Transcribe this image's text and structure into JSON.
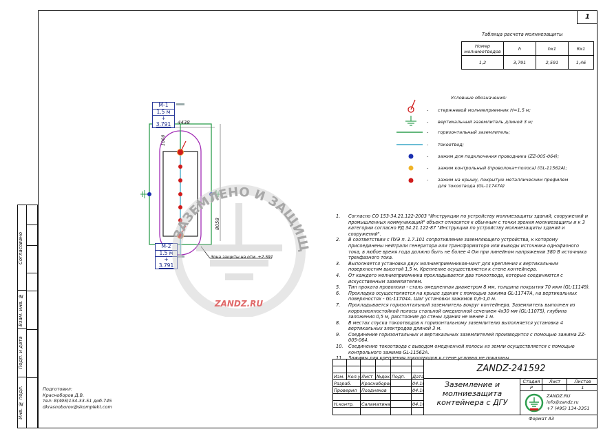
{
  "sheet_number": "1",
  "side_strip": [
    "Согласовано",
    "Взам. инв. №",
    "Подп. и дата",
    "Инв. № подл."
  ],
  "calc_table": {
    "title": "Таблица расчета молниезащиты",
    "headers": [
      "Номер молниеотводов",
      "h",
      "hx1",
      "Rx1"
    ],
    "row": [
      "1,2",
      "3,791",
      "2,591",
      "1,46"
    ]
  },
  "legend": {
    "title": "Условные обозначения:",
    "items": [
      {
        "icon": "lightning-rod-icon",
        "text": "стержневой молниеприемник H=1,5 м;"
      },
      {
        "icon": "ground-electrode-icon",
        "text": "вертикальный заземлитель длиной 3 м;"
      },
      {
        "icon": "green-line",
        "color": "#2e9e4f",
        "text": "горизонтальный заземлитель;"
      },
      {
        "icon": "blue-line",
        "color": "#3aa7c7",
        "text": "токоотвод;"
      },
      {
        "icon": "blue-dot",
        "color": "#1a2fb0",
        "text": "зажим для подключения проводника (ZZ-005-064);"
      },
      {
        "icon": "yellow-dot",
        "color": "#f0b429",
        "text": "зажим контрольный (проволока+полоса) (GL-11562A);"
      },
      {
        "icon": "red-dot",
        "color": "#d01b1b",
        "text": "зажим на крышу, покрытую металлическим профилем для токоотвода (GL-11747A)"
      }
    ],
    "dash": "-"
  },
  "drawing": {
    "m1": [
      "М-1",
      "1.5 м",
      "+",
      "3.791"
    ],
    "m2": [
      "М-2",
      "1.5 м",
      "+",
      "3.791"
    ],
    "dim_width": "4438",
    "dim_height": "8058",
    "dim_offset": "1000",
    "zone_label": "Зона защиты на отм. +2.591"
  },
  "watermark": {
    "text": "ЗАЗЕМЛЕНО И ЗАЩИЩЕНО",
    "brand": "ZANDZ.RU"
  },
  "notes": [
    {
      "n": "1.",
      "text": "Согласно СО 153-34.21.122-2003 \"Инструкции по устройству молниезащиты зданий, сооружений и промышленных коммуникаций\" объект относится к обычным с точки зрения молниезащиты и к 3 категории согласно РД 34.21.122-87 \"Инструкции по устройству молниезащиты зданий и сооружений\"."
    },
    {
      "n": "2.",
      "text": "В соответствии с ПУЭ п. 1.7.101 сопротивление заземляющего устройства, к которому присоединены нейтрали генератора или трансформатора или выводы источника однофазного тока, в любое время года должно быть не более 4 Ом при линейном напряжении 380 В источника трехфазного тока."
    },
    {
      "n": "3.",
      "text": "Выполняется установка двух молниеприемников-мачт для крепления к вертикальным поверхностям высотой 1,5 м. Крепление осуществляется к стене контейнера."
    },
    {
      "n": "4.",
      "text": "От каждого молниеприемника прокладывается два токоотвода, которые соединяются с искусственным заземлителем."
    },
    {
      "n": "5.",
      "text": "Тип проката проволоки - сталь омедненная диаметром 8 мм, толщина покрытия 70 мкм (GL-11149)."
    },
    {
      "n": "6.",
      "text": "Прокладка осуществляется на крыше здания с помощью зажима GL-11747A, на вертикальных поверхностях - GL-11704A. Шаг установки зажимов 0,6-1,0 м."
    },
    {
      "n": "7.",
      "text": "Прокладывается горизонтальный заземлитель вокруг контейнера. Заземлитель выполнен из коррозионностойкой полосы стальной омедненной сечением 4х30 мм (GL-11075), глубина заложения 0,5 м, расстояние до стены здания не менее 1 м."
    },
    {
      "n": "8.",
      "text": "В местах спуска токоотводов к горизонтальному заземлителю выполняется установка 4 вертикальных электродов длиной 3 м."
    },
    {
      "n": "9.",
      "text": "Соединение горизонтальных и вертикальных заземлителей производится с помощью зажима ZZ-005-064."
    },
    {
      "n": "10.",
      "text": "Соединение токоотвода с выводом омедненной полосы из земли осуществляется с помощью контрольного зажима GL-11562A."
    },
    {
      "n": "11.",
      "text": "Зажимы для крепления токоотводов к стене условно не показаны."
    }
  ],
  "prepared": [
    "Подготовил:",
    "Красноборов Д.В.",
    "тел: 8(495)134-33-51 доб.745",
    "dkrasnoborov@skomplekt.com"
  ],
  "title_block": {
    "code": "ZANDZ-241592",
    "title": [
      "Заземление и",
      "молниезащита",
      "контейнера с ДГУ"
    ],
    "headers": [
      "Изм.",
      "Кол.уч.",
      "Лист",
      "№док.",
      "Подп.",
      "Дата"
    ],
    "rows": [
      {
        "role": "Разраб.",
        "name": "Красноборов",
        "date": "04.16"
      },
      {
        "role": "Проверил",
        "name": "Поздняков",
        "date": "04.16"
      },
      {
        "role": "",
        "name": "",
        "date": ""
      },
      {
        "role": "Н.контр.",
        "name": "Саламатина",
        "date": "04.16"
      }
    ],
    "stage_headers": [
      "Стадия",
      "Лист",
      "Листов"
    ],
    "stage_values": [
      "Р",
      "",
      "1"
    ],
    "company": [
      "ZANDZ.RU",
      "info@zandz.ru",
      "+7 (495) 134-3351"
    ],
    "format": "Формат А3"
  }
}
